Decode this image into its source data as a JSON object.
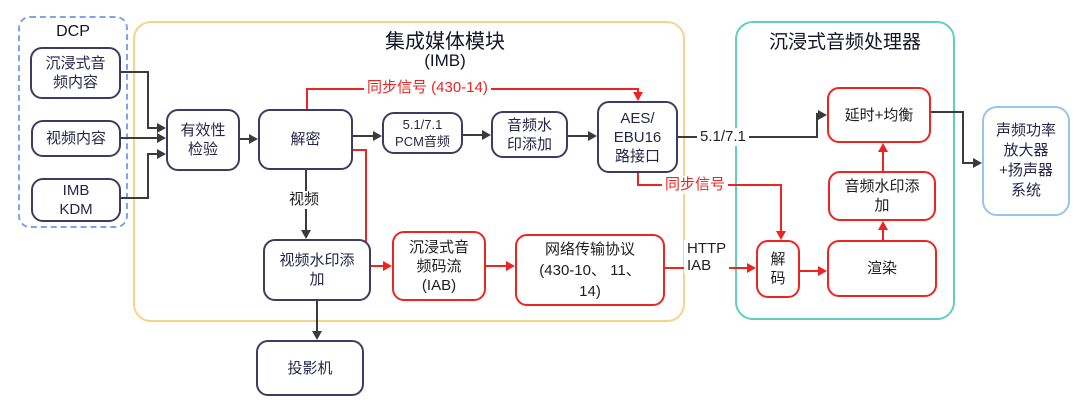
{
  "groups": {
    "dcp": {
      "label": "DCP"
    },
    "imb": {
      "title": "集成媒体模块",
      "subtitle": "(IMB)"
    },
    "processor": {
      "title": "沉浸式音频处理器"
    }
  },
  "nodes": {
    "audio_content": {
      "label": "沉浸式音\n频内容"
    },
    "video_content": {
      "label": "视频内容"
    },
    "imb_kdm": {
      "label": "IMB\nKDM"
    },
    "validity": {
      "label": "有效性\n检验"
    },
    "decrypt": {
      "label": "解密"
    },
    "pcm": {
      "label": "5.1/7.1\nPCM音频"
    },
    "audio_watermark_imb": {
      "label": "音频水\n印添加"
    },
    "aes_interface": {
      "label": "AES/\nEBU16\n路接口"
    },
    "video_watermark": {
      "label": "视频水印添\n加"
    },
    "projector": {
      "label": "投影机"
    },
    "iab_stream": {
      "label": "沉浸式音\n频码流\n(IAB)"
    },
    "network_protocol": {
      "label": "网络传输协议\n(430-10、 11、\n14)"
    },
    "decode": {
      "label": "解\n码"
    },
    "render": {
      "label": "渲染"
    },
    "audio_watermark_proc": {
      "label": "音频水印添\n加"
    },
    "delay_eq": {
      "label": "延时+均衡"
    },
    "speaker_system": {
      "label": "声频功率\n放大器\n+扬声器\n系统"
    }
  },
  "edge_labels": {
    "sync_430_14": "同步信号 (430-14)",
    "video": "视频",
    "ch_51_71": "5.1/7.1",
    "sync": "同步信号",
    "http_iab": "HTTP\nIAB"
  },
  "colors": {
    "red": "#ee2420",
    "navy": "#3c3c62",
    "imb_border": "#f7d289",
    "processor_border": "#5fd0c0",
    "dcp_border": "#7fa3e8",
    "speaker_border": "#9cc3e8",
    "line_black": "#3b3b3b"
  }
}
